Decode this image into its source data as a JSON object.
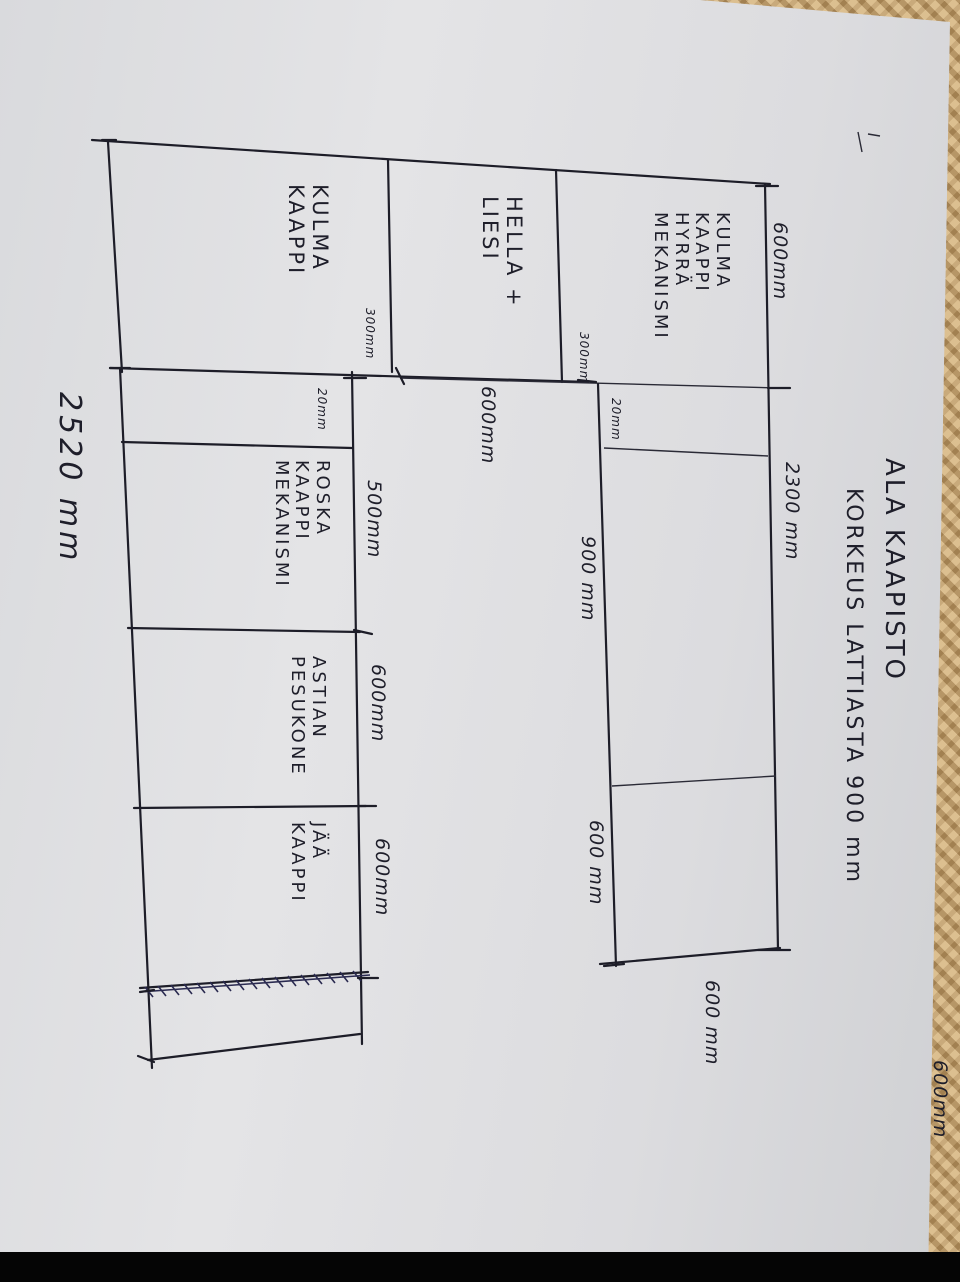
{
  "title": "ALA KAAPISTO",
  "subtitle": "KORKEUS LATTIASTA 900 mm",
  "cabinets": {
    "corner_cabinet_left": "KULMA\nKAAPPI",
    "hob_oven": "HELLA +\nLIESI",
    "corner_cabinet_top": "KULMA\nKAAPPI\nHYRRÄ\nMEKANISMI",
    "bin_cabinet": "ROSKA\nKAAPPI\nMEKANISMI",
    "dishwasher": "ASTIAN\nPESUKONE",
    "fridge": "JÄÄ\nKAAPPI"
  },
  "dimensions": {
    "d_600_top": "600mm",
    "d_300_a": "300mm",
    "d_300_b": "300mm",
    "d_600_hob": "600mm",
    "d_20_a": "20mm",
    "d_20_b": "20mm",
    "d_2300": "2300 mm",
    "d_900": "900 mm",
    "d_500": "500mm",
    "d_600_dish": "600mm",
    "d_600_right": "600 mm",
    "d_600_fridge": "600mm",
    "d_600_far": "600 mm",
    "d_600_end": "600mm",
    "d_2520": "2520 mm"
  },
  "colors": {
    "ink": "#1d1d28",
    "paper": "#e0e0e3",
    "wicker": "#cfae7c"
  }
}
